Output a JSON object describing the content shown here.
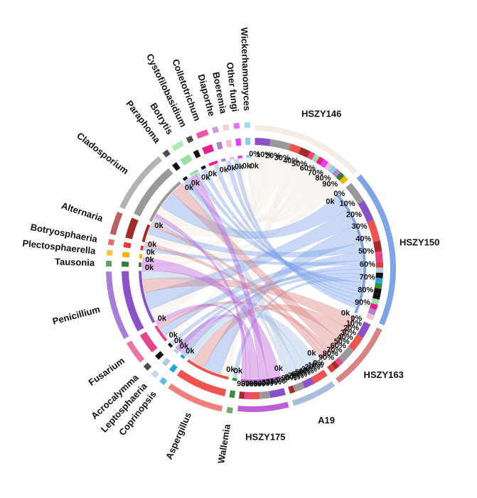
{
  "chart_data": {
    "type": "chord",
    "title": "",
    "samples": [
      {
        "name": "HSZY146",
        "color": "#f5ece6",
        "total": 20
      },
      {
        "name": "HSZY150",
        "color": "#7fa3e8",
        "total": 28
      },
      {
        "name": "HSZY163",
        "color": "#d98282",
        "total": 12
      },
      {
        "name": "A19",
        "color": "#a9bedf",
        "total": 8
      },
      {
        "name": "HSZY175",
        "color": "#bd5fd8",
        "total": 9
      }
    ],
    "taxa": [
      {
        "name": "Aspergillus",
        "color": "#ef5350",
        "total": 10
      },
      {
        "name": "Coprinopsis",
        "color": "#29a3dd",
        "total": 1
      },
      {
        "name": "Leptosphaeria",
        "color": "#b3c8e8",
        "total": 1
      },
      {
        "name": "Acrocalymma",
        "color": "#111111",
        "total": 1
      },
      {
        "name": "Fusarium",
        "color": "#e64586",
        "total": 4
      },
      {
        "name": "Penicillium",
        "color": "#8a51c9",
        "total": 12
      },
      {
        "name": "Tausonia",
        "color": "#2e7d32",
        "total": 1
      },
      {
        "name": "Plectosphaerella",
        "color": "#f5b301",
        "total": 1
      },
      {
        "name": "Botryosphaeria",
        "color": "#e53935",
        "total": 1
      },
      {
        "name": "Alternaria",
        "color": "#a52a2a",
        "total": 4
      },
      {
        "name": "Cladosporium",
        "color": "#999999",
        "total": 11
      },
      {
        "name": "Paraphoma",
        "color": "#111111",
        "total": 1
      },
      {
        "name": "Botrytis",
        "color": "#98e19f",
        "total": 2
      },
      {
        "name": "Cystofilobasidium",
        "color": "#111111",
        "total": 1
      },
      {
        "name": "Colletotrichum",
        "color": "#e91e8c",
        "total": 2
      },
      {
        "name": "Diaporthe",
        "color": "#b57fd0",
        "total": 1
      },
      {
        "name": "Boeremia",
        "color": "#f8bbd0",
        "total": 1
      },
      {
        "name": "Other fungi",
        "color": "#e040fb",
        "total": 1
      },
      {
        "name": "Wickerhamomyces",
        "color": "#87ceeb",
        "total": 1
      },
      {
        "name": "Wallemia",
        "color": "#388e3c",
        "total": 1
      }
    ],
    "links": [
      [
        "HSZY146",
        "Penicillium",
        3
      ],
      [
        "HSZY146",
        "Cladosporium",
        4
      ],
      [
        "HSZY146",
        "Aspergillus",
        2
      ],
      [
        "HSZY146",
        "Alternaria",
        2
      ],
      [
        "HSZY146",
        "Fusarium",
        1
      ],
      [
        "HSZY146",
        "Botrytis",
        1
      ],
      [
        "HSZY146",
        "Colletotrichum",
        1
      ],
      [
        "HSZY146",
        "Other fungi",
        1
      ],
      [
        "HSZY146",
        "Boeremia",
        1
      ],
      [
        "HSZY146",
        "Wickerhamomyces",
        1
      ],
      [
        "HSZY146",
        "Diaporthe",
        1
      ],
      [
        "HSZY146",
        "Tausonia",
        1
      ],
      [
        "HSZY146",
        "Plectosphaerella",
        1
      ],
      [
        "HSZY150",
        "Cladosporium",
        4
      ],
      [
        "HSZY150",
        "Penicillium",
        4
      ],
      [
        "HSZY150",
        "Aspergillus",
        4
      ],
      [
        "HSZY150",
        "Alternaria",
        2
      ],
      [
        "HSZY150",
        "Fusarium",
        2
      ],
      [
        "HSZY150",
        "Botryosphaeria",
        1
      ],
      [
        "HSZY150",
        "Leptosphaeria",
        1
      ],
      [
        "HSZY150",
        "Acrocalymma",
        1
      ],
      [
        "HSZY150",
        "Coprinopsis",
        1
      ],
      [
        "HSZY150",
        "Wallemia",
        1
      ],
      [
        "HSZY150",
        "Paraphoma",
        1
      ],
      [
        "HSZY150",
        "Cystofilobasidium",
        1
      ],
      [
        "HSZY150",
        "Botrytis",
        1
      ],
      [
        "HSZY150",
        "Colletotrichum",
        1
      ],
      [
        "HSZY150",
        "Diaporthe",
        1
      ],
      [
        "HSZY150",
        "Boeremia",
        1
      ],
      [
        "HSZY163",
        "Penicillium",
        3
      ],
      [
        "HSZY163",
        "Aspergillus",
        3
      ],
      [
        "HSZY163",
        "Cladosporium",
        3
      ],
      [
        "HSZY163",
        "Fusarium",
        1
      ],
      [
        "HSZY163",
        "Alternaria",
        1
      ],
      [
        "HSZY163",
        "Botryosphaeria",
        1
      ],
      [
        "A19",
        "Aspergillus",
        3
      ],
      [
        "A19",
        "Penicillium",
        2
      ],
      [
        "A19",
        "Cladosporium",
        2
      ],
      [
        "A19",
        "Alternaria",
        1
      ],
      [
        "HSZY175",
        "Penicillium",
        3
      ],
      [
        "HSZY175",
        "Cladosporium",
        2
      ],
      [
        "HSZY175",
        "Aspergillus",
        2
      ],
      [
        "HSZY175",
        "Fusarium",
        1
      ],
      [
        "HSZY175",
        "Alternaria",
        1
      ]
    ],
    "axis_ticks": {
      "percent": [
        "0%",
        "10%",
        "20%",
        "30%",
        "40%",
        "50%",
        "60%",
        "70%",
        "80%",
        "90%"
      ],
      "zero": "0k"
    }
  }
}
